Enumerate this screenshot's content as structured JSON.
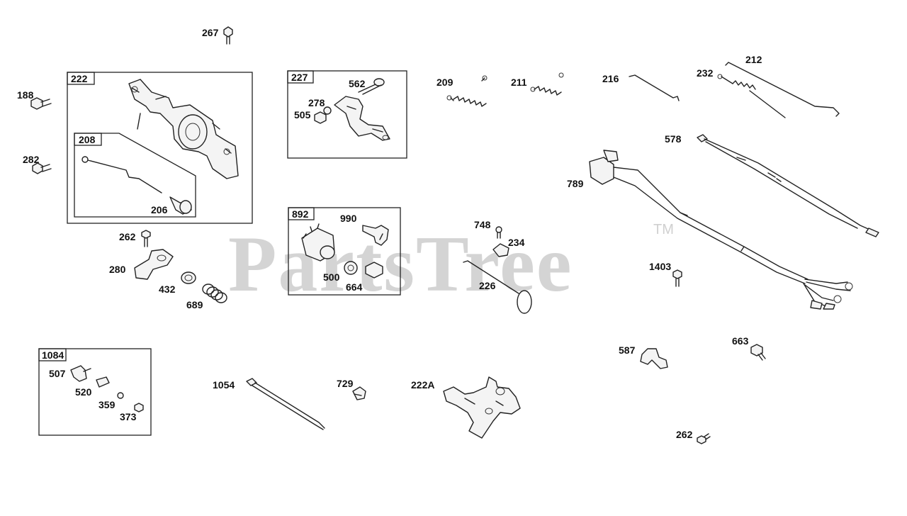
{
  "watermark": {
    "text": "PartsTree",
    "tm": "TM"
  },
  "labels": {
    "p267": "267",
    "p188": "188",
    "p282": "282",
    "p262a": "262",
    "p280": "280",
    "p432": "432",
    "p689": "689",
    "p206": "206",
    "p562": "562",
    "p278": "278",
    "p505": "505",
    "p990": "990",
    "p500": "500",
    "p664": "664",
    "p209": "209",
    "p211": "211",
    "p216": "216",
    "p232": "232",
    "p212": "212",
    "p578": "578",
    "p789": "789",
    "p748": "748",
    "p234": "234",
    "p226": "226",
    "p1403": "1403",
    "p587": "587",
    "p663": "663",
    "p262b": "262",
    "p507": "507",
    "p520": "520",
    "p359": "359",
    "p373": "373",
    "p1054": "1054",
    "p729": "729",
    "p222A": "222A"
  },
  "boxes": {
    "b222": "222",
    "b208": "208",
    "b227": "227",
    "b892": "892",
    "b1084": "1084"
  },
  "colors": {
    "line": "#222222",
    "watermark": "#d4d4d4",
    "background": "#ffffff"
  }
}
